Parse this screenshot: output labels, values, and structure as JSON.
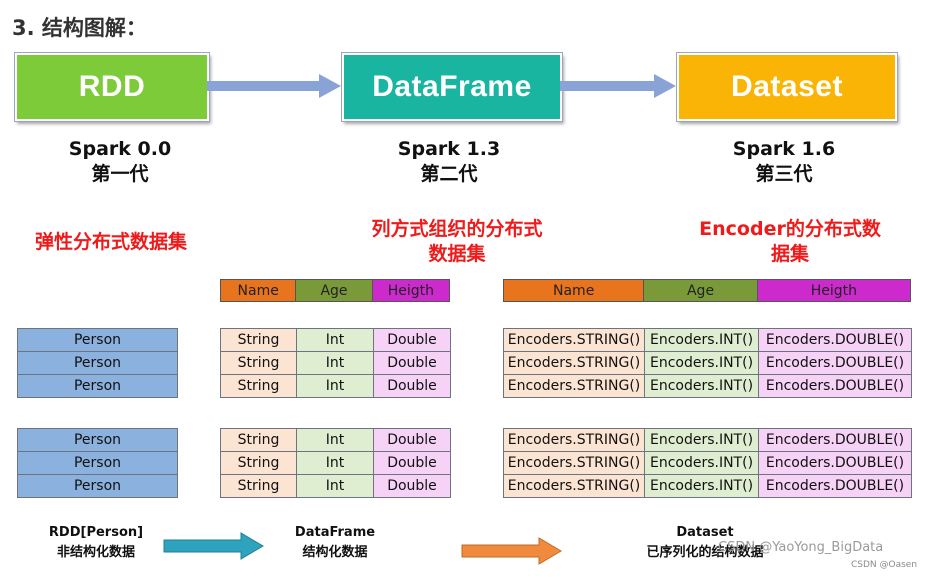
{
  "heading": "3. 结构图解：",
  "boxes": {
    "rdd": "RDD",
    "dataframe": "DataFrame",
    "dataset": "Dataset"
  },
  "versions": {
    "rdd": {
      "line1": "Spark 0.0",
      "line2": "第一代"
    },
    "dataframe": {
      "line1": "Spark 1.3",
      "line2": "第二代"
    },
    "dataset": {
      "line1": "Spark 1.6",
      "line2": "第三代"
    }
  },
  "descriptions": {
    "rdd": {
      "line1": "弹性分布式数据集"
    },
    "dataframe": {
      "line1": "列方式组织的分布式",
      "line2": "数据集"
    },
    "dataset": {
      "line1": "Encoder的分布式数",
      "line2": "据集"
    }
  },
  "columns": [
    "Name",
    "Age",
    "Heigth"
  ],
  "rdd_row": "Person",
  "df_row": [
    "String",
    "Int",
    "Double"
  ],
  "ds_row": [
    "Encoders.STRING()",
    "Encoders.INT()",
    "Encoders.DOUBLE()"
  ],
  "captions": {
    "rdd": {
      "line1": "RDD[Person]",
      "line2": "非结构化数据"
    },
    "dataframe": {
      "line1": "DataFrame",
      "line2": "结构化数据"
    },
    "dataset": {
      "line1": "Dataset",
      "line2": "已序列化的结构数据"
    }
  },
  "watermarks": {
    "main": "CSDN @YaoYong_BigData",
    "corner": "CSDN @Oasen"
  },
  "colors": {
    "rdd_box": "#7ecb3a",
    "dataframe_box": "#1ab5a0",
    "dataset_box": "#f9b406",
    "arrow_top": "#8aa3d6",
    "arrow_blue": "#2fa3bd",
    "arrow_orange": "#f08a3c",
    "description_red": "#ef1b1b"
  }
}
